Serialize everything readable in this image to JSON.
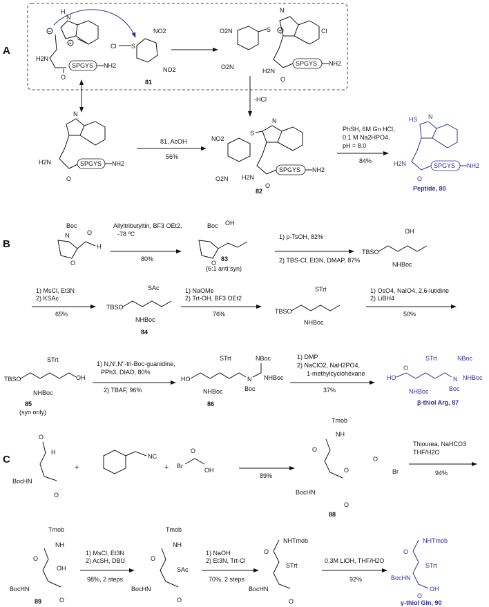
{
  "panels": {
    "a": "A",
    "b": "B",
    "c": "C"
  },
  "A": {
    "rxn1": {
      "reagents": "81, AcOH",
      "yield": "56%"
    },
    "rxn2": {
      "reagents": [
        "PhSH, 6M Gn HCl,",
        "0.1 M Na2HPO4,",
        "pH = 8.0"
      ],
      "yield": "84%"
    },
    "elim": "-HCl",
    "labels": {
      "c81": "81",
      "c82": "82",
      "peptide": "Peptide, 80"
    },
    "peptide_seq": "SPGYS",
    "atoms": {
      "nh2": "NH2",
      "h2n": "H2N",
      "no2": "NO2",
      "o2n": "O2N",
      "cl": "Cl",
      "s": "S",
      "hs": "HS",
      "nh": "N",
      "h": "H",
      "o": "O"
    }
  },
  "B": {
    "r1": {
      "reagents": [
        "Allyltributyltin, BF3 OEt2,",
        "-78 ºC"
      ],
      "yield": "80%"
    },
    "r2": {
      "reagents": [
        "1) p-TsOH, 82%",
        "2) TBS-Cl, Et3N, DMAP, 87%"
      ]
    },
    "r3": {
      "reagents": [
        "1) MsCl, Et3N",
        "2) KSAc"
      ],
      "yield": "65%"
    },
    "r4": {
      "reagents": [
        "1) NaOMe",
        "2) Trt-OH, BF3 OEt2"
      ],
      "yield": "76%"
    },
    "r5": {
      "reagents": [
        "1) OsO4, NaIO4, 2,6-lutidine",
        "2) LiBH4"
      ],
      "yield": "50%"
    },
    "r6": {
      "reagents": [
        "1) N,N',N''-tri-Boc-guanidine,",
        "PPh3, DIAD, 80%",
        "2) TBAF, 96%"
      ]
    },
    "r7": {
      "reagents": [
        "1) DMP",
        "2) NaClO2, NaH2PO4,",
        "1-methylcyclohexane"
      ],
      "yield": "37%"
    },
    "labels": {
      "c83": "83",
      "c83note": "(6:1 anti:syn)",
      "c84": "84",
      "c85": "85",
      "c85note": "(syn only)",
      "c86": "86",
      "c87": "β-thiol Arg, 87"
    },
    "groups": {
      "boc": "Boc",
      "tbso": "TBSO",
      "nhboc": "NHBoc",
      "sac": "SAc",
      "strt": "STrt",
      "oh": "OH",
      "h": "H",
      "o": "O",
      "n": "N",
      "ho": "HO",
      "nboc": "NBoc",
      "nhboc2": "NHBoc"
    }
  },
  "C": {
    "r1": {
      "yield": "89%"
    },
    "r2": {
      "reagents": [
        "Thiourea, NaHCO3",
        "THF/H2O"
      ],
      "yield": "94%"
    },
    "r3": {
      "reagents": [
        "1) MsCl, Et3N",
        "2) AcSH, DBU"
      ],
      "yield": "98%, 2 steps"
    },
    "r4": {
      "reagents": [
        "1) NaOH",
        "2) Et3N, Trt-Cl"
      ],
      "yield": "70%, 2 steps"
    },
    "r5": {
      "reagents": [
        "0.3M LiOH, THF/H2O"
      ],
      "yield": "92%"
    },
    "labels": {
      "c88": "88",
      "c89": "89",
      "c90": "γ-thiol Gln, 90"
    },
    "groups": {
      "bochn": "BocHN",
      "tmob": "Tmob",
      "nh": "NH",
      "nhtmob": "NHTmob",
      "nc": "NC",
      "br": "Br",
      "oh": "OH",
      "o": "O",
      "h": "H",
      "sac": "SAc",
      "strt": "STrt",
      "plus": "+"
    }
  },
  "colors": {
    "product": "#2b2f9b"
  }
}
